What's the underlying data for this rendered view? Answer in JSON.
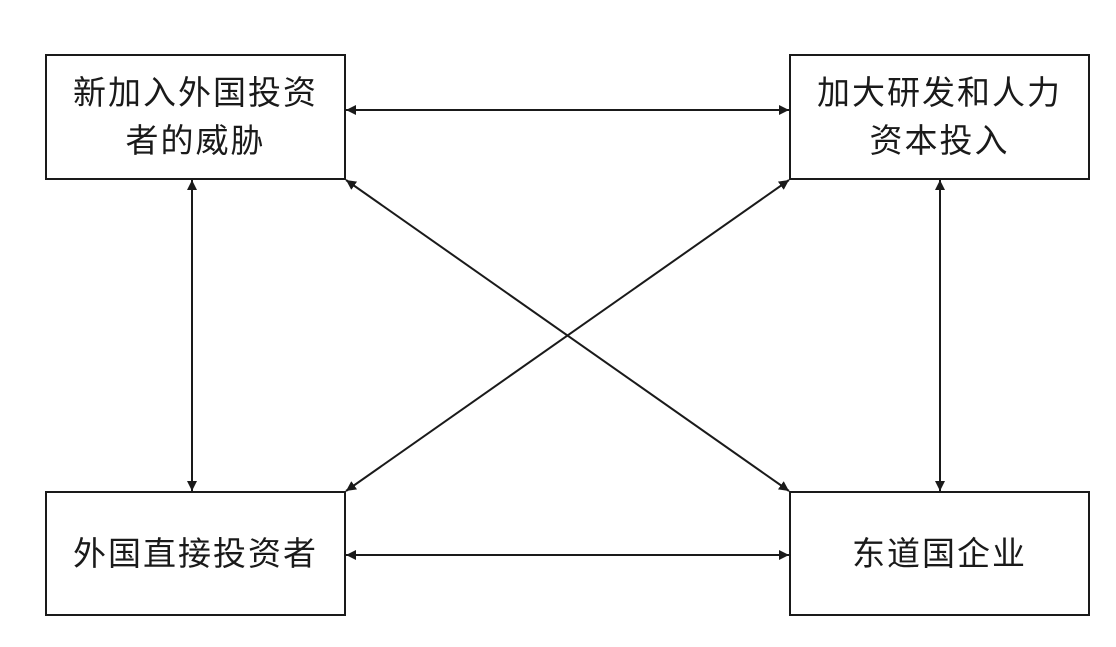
{
  "diagram": {
    "nodes": {
      "new_entrant_threat": {
        "line1": "新加入外国投资",
        "line2": "者的威胁"
      },
      "rd_investment": {
        "line1": "加大研发和人力",
        "line2": "资本投入"
      },
      "foreign_investors": {
        "label": "外国直接投资者"
      },
      "host_firms": {
        "label": "东道国企业"
      }
    },
    "edges": [
      {
        "from": "new_entrant_threat",
        "to": "rd_investment",
        "direction": "both"
      },
      {
        "from": "new_entrant_threat",
        "to": "foreign_investors",
        "direction": "both"
      },
      {
        "from": "new_entrant_threat",
        "to": "host_firms",
        "direction": "both"
      },
      {
        "from": "rd_investment",
        "to": "foreign_investors",
        "direction": "both"
      },
      {
        "from": "rd_investment",
        "to": "host_firms",
        "direction": "both"
      },
      {
        "from": "foreign_investors",
        "to": "host_firms",
        "direction": "both"
      }
    ],
    "colors": {
      "stroke": "#1a1a1a",
      "background": "#ffffff"
    }
  }
}
